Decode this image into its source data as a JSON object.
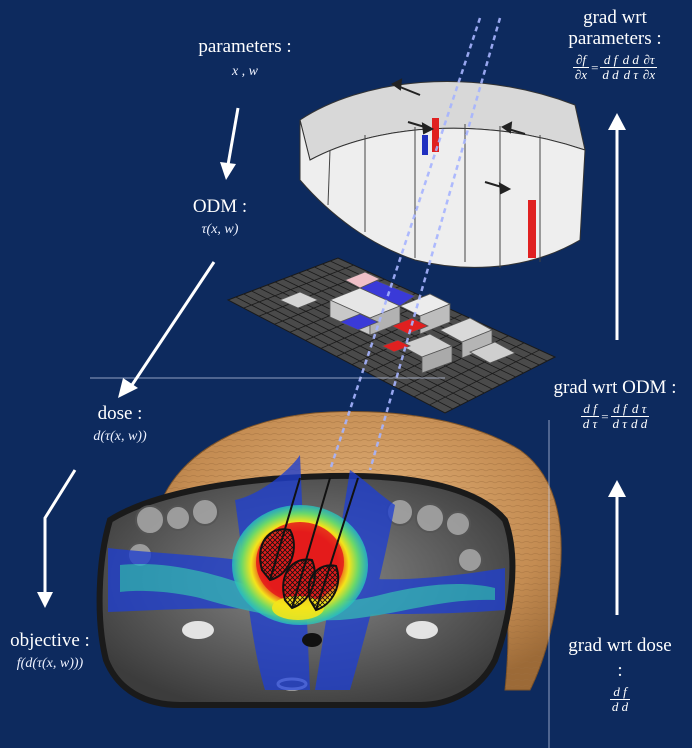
{
  "parameters": {
    "title": "parameters :",
    "expr": "x ,  w"
  },
  "odm": {
    "title": "ODM :",
    "expr": "τ(x, w)"
  },
  "dose": {
    "title": "dose :",
    "expr": "d(τ(x, w))"
  },
  "objective": {
    "title": "objective :",
    "expr": "f(d(τ(x, w)))"
  },
  "grad_params": {
    "title_line1": "grad wrt",
    "title_line2": "parameters :",
    "lhs_num": "∂f",
    "lhs_den": "∂x",
    "t1_num": "d f",
    "t1_den": "d d",
    "t2_num": "d d",
    "t2_den": "d τ",
    "t3_num": "∂τ",
    "t3_den": "∂x",
    "equals": "="
  },
  "grad_odm": {
    "title": "grad wrt ODM :",
    "lhs_num": "d f",
    "lhs_den": "d τ",
    "t1_num": "d f",
    "t1_den": "d τ",
    "t2_num": "d τ",
    "t2_den": "d d",
    "equals": "="
  },
  "grad_dose": {
    "title": "grad wrt dose",
    "colon": ":",
    "num": "d f",
    "den": "d d"
  },
  "colors": {
    "background": "#0d2a5e",
    "arrow": "#ffffff",
    "beam": "#9aa8ff",
    "skin": "#c9955a",
    "dose_hot": "#e02020",
    "dose_warm": "#f2e21a",
    "dose_mid": "#49d07a",
    "dose_low": "#1f3fd0"
  }
}
